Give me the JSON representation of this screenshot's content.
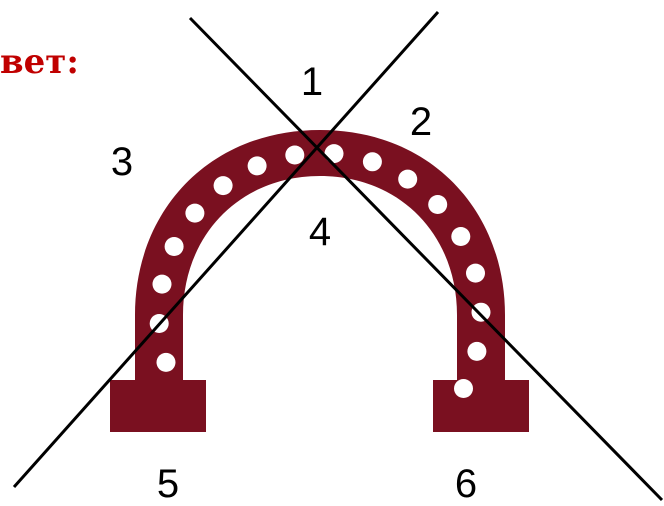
{
  "heading": {
    "text": "вет:",
    "color": "#c00000"
  },
  "figure": {
    "magnet_color": "#7a1020",
    "hole_color": "#ffffff",
    "line_color": "#000000",
    "hole_count": 17
  },
  "region_labels": [
    "1",
    "2",
    "3",
    "4",
    "5",
    "6"
  ]
}
